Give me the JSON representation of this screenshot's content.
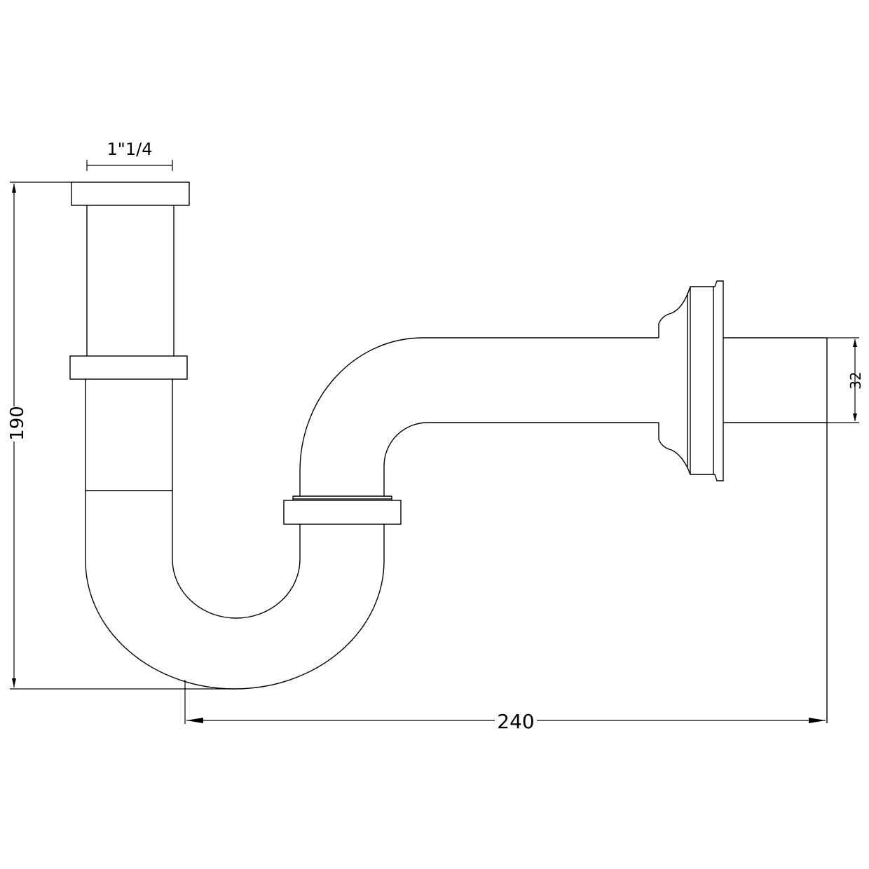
{
  "drawing": {
    "line_color": "#000000",
    "background": "#ffffff"
  },
  "dimensions": {
    "diameter": "1\"1/4",
    "height": "190",
    "width": "240",
    "wall_pipe": "32"
  }
}
